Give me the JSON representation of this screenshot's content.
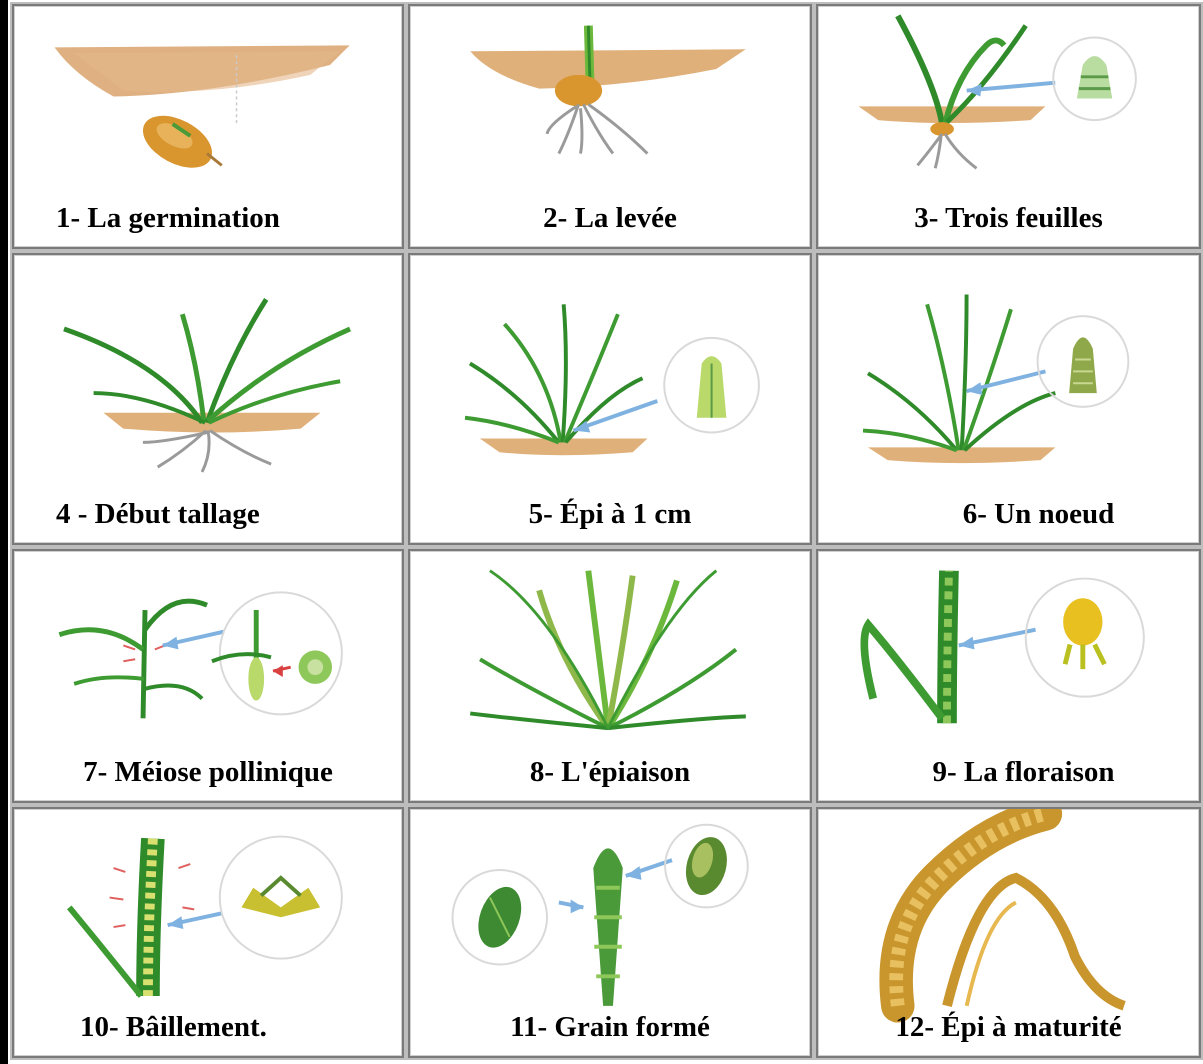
{
  "stages": [
    {
      "label": "1- La germination",
      "icon": "germinating-seed-icon"
    },
    {
      "label": "2- La levée",
      "icon": "emerging-seedling-icon"
    },
    {
      "label": "3- Trois feuilles",
      "icon": "three-leaf-plant-icon"
    },
    {
      "label": "4 - Début tallage",
      "icon": "tillering-plant-icon"
    },
    {
      "label": "5- Épi à 1 cm",
      "icon": "ear-1cm-plant-icon"
    },
    {
      "label": "6- Un noeud",
      "icon": "one-node-plant-icon"
    },
    {
      "label": "7- Méiose pollinique",
      "icon": "meiosis-stem-icon"
    },
    {
      "label": "8- L'épiaison",
      "icon": "heading-plant-icon"
    },
    {
      "label": "9- La floraison",
      "icon": "flowering-ear-icon"
    },
    {
      "label": "10- Bâillement.",
      "icon": "opening-ear-icon"
    },
    {
      "label": "11- Grain formé",
      "icon": "formed-grain-icon"
    },
    {
      "label": "12- Épi à maturité",
      "icon": "mature-ear-icon"
    }
  ],
  "colors": {
    "leaf": "#2f8a2a",
    "leaf_light": "#6cb83c",
    "soil": "#d9a36c",
    "root": "#9a9a9a",
    "arrow": "#7fb2e0",
    "seed": "#d9952e",
    "mature": "#c9962e"
  }
}
